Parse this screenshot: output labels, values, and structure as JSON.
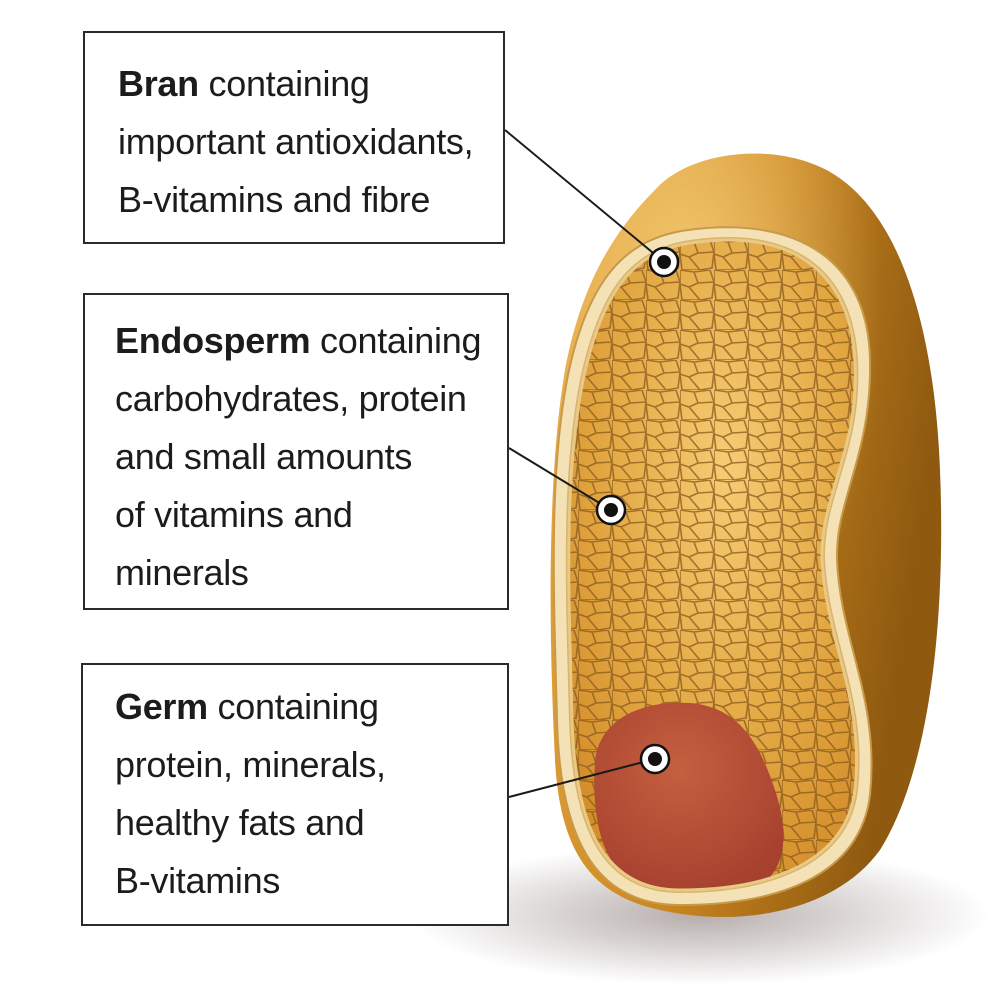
{
  "labels": {
    "bran": {
      "term": "Bran",
      "lines": [
        "containing",
        "important antioxidants,",
        "B-vitamins and fibre"
      ]
    },
    "endosperm": {
      "term": "Endosperm",
      "lines": [
        "containing",
        "carbohydrates, protein",
        "and small amounts",
        "of vitamins and",
        "minerals"
      ]
    },
    "germ": {
      "term": "Germ",
      "lines": [
        "containing",
        "protein, minerals,",
        "healthy fats and",
        "B-vitamins"
      ]
    }
  },
  "colors": {
    "grain_outer": "#c9861e",
    "grain_highlight": "#f3c56a",
    "bran_layer": "#f4e2b6",
    "endosperm": "#e2a93f",
    "cell_lines": "#8a5a1c",
    "germ": "#b8503a",
    "marker": "#111111"
  }
}
